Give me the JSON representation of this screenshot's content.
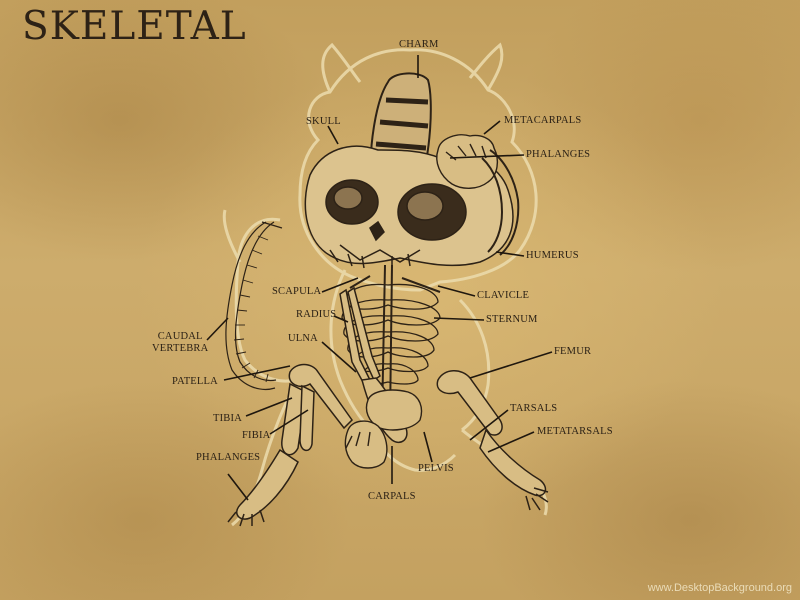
{
  "title": "SKELETAL",
  "labels": {
    "charm": "CHARM",
    "skull": "SKULL",
    "metacarpals": "METACARPALS",
    "phalanges_top": "PHALANGES",
    "humerus": "HUMERUS",
    "scapula": "SCAPULA",
    "clavicle": "CLAVICLE",
    "radius": "RADIUS",
    "sternum": "STERNUM",
    "ulna": "ULNA",
    "caudal_line1": "CAUDAL",
    "caudal_line2": "VERTEBRA",
    "femur": "FEMUR",
    "patella": "PATELLA",
    "tarsals": "TARSALS",
    "tibia": "TIBIA",
    "metatarsals": "METATARSALS",
    "fibia": "FIBIA",
    "phalanges_bottom": "PHALANGES",
    "pelvis": "PELVIS",
    "carpals": "CARPALS"
  },
  "watermark": "www.DesktopBackground.org",
  "colors": {
    "ink": "#2b2116",
    "outline": "#e8d6a6",
    "bone": "#d8bd84"
  }
}
